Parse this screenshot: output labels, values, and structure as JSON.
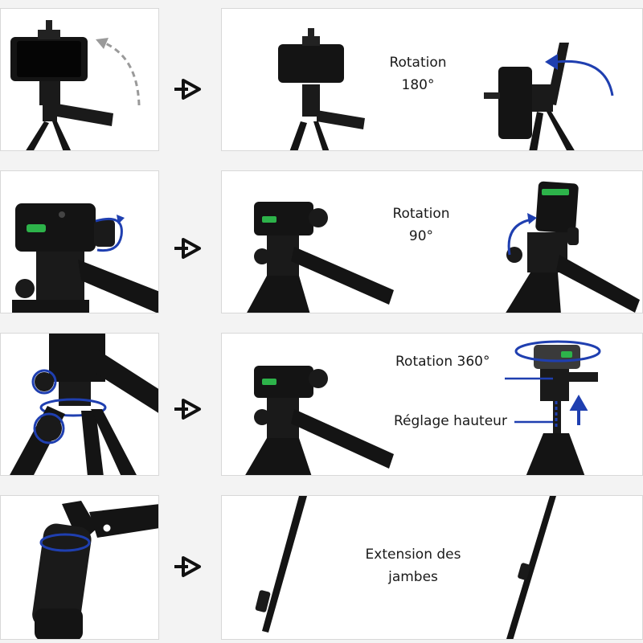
{
  "colors": {
    "accent_blue": "#1f3fb0",
    "grey_arrow": "#9a9a9a",
    "tripod_black": "#141414",
    "level_green": "#2db34a"
  },
  "rows": [
    {
      "caption_lines": [
        "Rotation",
        "180°"
      ]
    },
    {
      "caption_lines": [
        "Rotation",
        "90°"
      ]
    },
    {
      "caption_top": "Rotation 360°",
      "caption_bottom": "Réglage hauteur"
    },
    {
      "caption_lines": [
        "Extension des",
        "jambes"
      ]
    }
  ]
}
